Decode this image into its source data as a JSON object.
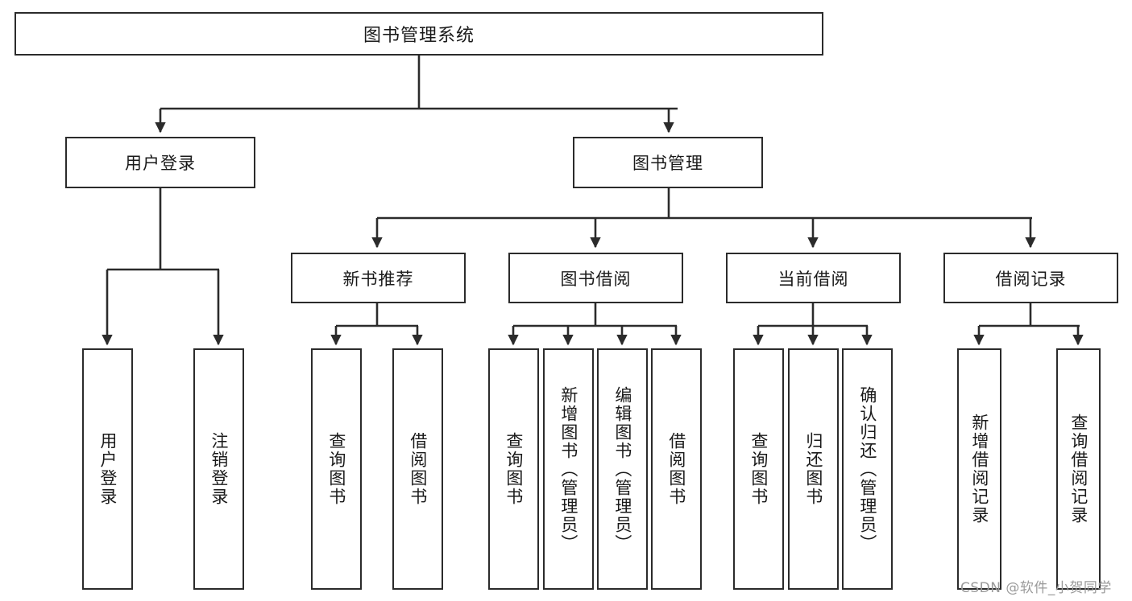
{
  "diagram": {
    "title": "图书管理系统",
    "type": "tree",
    "orientation": "top-down",
    "colors": {
      "box_border": "#2b2b2b",
      "box_fill": "#ffffff",
      "edge": "#2b2b2b",
      "text": "#1a1a1a",
      "watermark": "#9a9a9a",
      "background": "#ffffff"
    },
    "nodes": {
      "root": {
        "label": "图书管理系统"
      },
      "level2": [
        {
          "id": "user-login",
          "label": "用户登录"
        },
        {
          "id": "book-management",
          "label": "图书管理"
        }
      ],
      "level3": [
        {
          "id": "new-book-recommend",
          "label": "新书推荐"
        },
        {
          "id": "book-borrow",
          "label": "图书借阅"
        },
        {
          "id": "current-borrow",
          "label": "当前借阅"
        },
        {
          "id": "borrow-record",
          "label": "借阅记录"
        }
      ],
      "leaves": {
        "user-login": [
          {
            "id": "leaf-user-login",
            "label": "用户登录"
          },
          {
            "id": "leaf-logout",
            "label": "注销登录"
          }
        ],
        "new-book-recommend": [
          {
            "id": "leaf-query-book-1",
            "label": "查询图书"
          },
          {
            "id": "leaf-borrow-book-1",
            "label": "借阅图书"
          }
        ],
        "book-borrow": [
          {
            "id": "leaf-query-book-2",
            "label": "查询图书"
          },
          {
            "id": "leaf-add-book",
            "label": "新增图书（管理员）"
          },
          {
            "id": "leaf-edit-book",
            "label": "编辑图书（管理员）"
          },
          {
            "id": "leaf-borrow-book-2",
            "label": "借阅图书"
          }
        ],
        "current-borrow": [
          {
            "id": "leaf-query-book-3",
            "label": "查询图书"
          },
          {
            "id": "leaf-return-book",
            "label": "归还图书"
          },
          {
            "id": "leaf-confirm-return",
            "label": "确认归还（管理员）"
          }
        ],
        "borrow-record": [
          {
            "id": "leaf-add-record",
            "label": "新增借阅记录"
          },
          {
            "id": "leaf-query-record",
            "label": "查询借阅记录"
          }
        ]
      }
    },
    "watermark": "CSDN @软件_小贺同学"
  }
}
